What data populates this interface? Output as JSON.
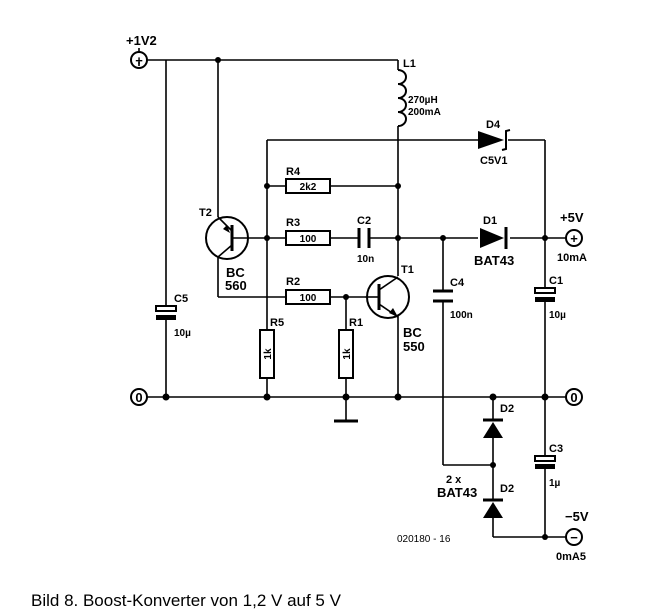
{
  "terminals": {
    "vin_label": "+1V2",
    "vin_symbol": "+",
    "vout_label": "+5V",
    "vout_current": "10mA",
    "vout_symbol": "+",
    "vneg_label": "−5V",
    "vneg_current": "0mA5",
    "vneg_symbol": "−",
    "gnd_left": "0",
    "gnd_right": "0"
  },
  "components": {
    "l1": {
      "ref": "L1",
      "value1": "270µH",
      "value2": "200mA"
    },
    "d4": {
      "ref": "D4",
      "value": "C5V1"
    },
    "r4": {
      "ref": "R4",
      "value": "2k2"
    },
    "r3": {
      "ref": "R3",
      "value": "100"
    },
    "c2": {
      "ref": "C2",
      "value": "10n"
    },
    "d1": {
      "ref": "D1",
      "value": "BAT43"
    },
    "t2": {
      "ref": "T2",
      "type1": "BC",
      "type2": "560"
    },
    "r2": {
      "ref": "R2",
      "value": "100"
    },
    "t1": {
      "ref": "T1",
      "type1": "BC",
      "type2": "550"
    },
    "c4": {
      "ref": "C4",
      "value": "100n"
    },
    "c1": {
      "ref": "C1",
      "value": "10µ"
    },
    "c5": {
      "ref": "C5",
      "value": "10µ"
    },
    "r5": {
      "ref": "R5",
      "value": "1k"
    },
    "r1": {
      "ref": "R1",
      "value": "1k"
    },
    "d2a": {
      "ref": "D2"
    },
    "d2b": {
      "ref": "D2"
    },
    "d2_note1": "2 x",
    "d2_note2": "BAT43",
    "c3": {
      "ref": "C3",
      "value": "1µ"
    }
  },
  "figure_code": "020180 - 16",
  "caption": "Bild 8. Boost-Konverter von 1,2 V auf 5 V"
}
